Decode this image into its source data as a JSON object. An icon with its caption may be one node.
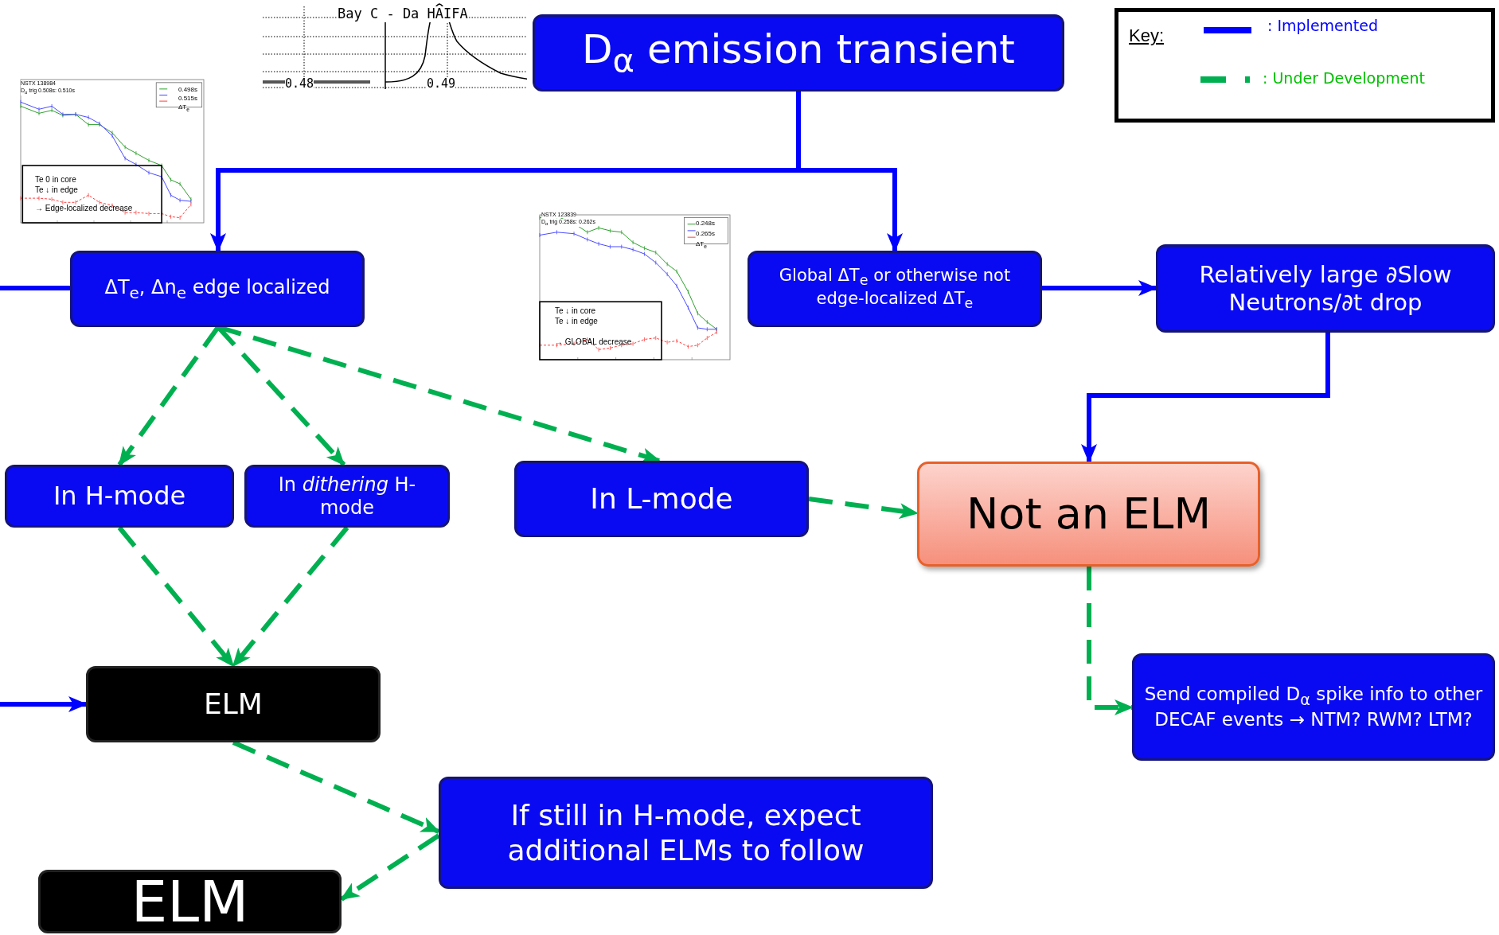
{
  "diagram": {
    "nodes": [
      {
        "text": [
          "D$_{α}$ emission transient"
        ]
      },
      {
        "text": [
          "ΔT$_{e}$, Δn$_{e}$ edge localized"
        ]
      },
      {
        "text": [
          "Global ΔT$_{e}$ or otherwise not edge-localized ΔT$_{e}$"
        ]
      },
      {
        "text": [
          "Relatively large ∂Slow Neutrons/∂t drop"
        ]
      },
      {
        "text": [
          "In H-mode"
        ]
      },
      {
        "text": [
          "In *dithering* H-mode"
        ]
      },
      {
        "text": [
          "In L-mode"
        ]
      },
      {
        "text": [
          "Not an ELM"
        ]
      },
      {
        "text": [
          "ELM"
        ]
      },
      {
        "text": [
          "Send compiled D$_{α}$ spike info to other DECAF events → NTM? RWM? LTM?"
        ]
      },
      {
        "text": [
          "If still in H-mode, expect additional ELMs to follow"
        ]
      },
      {
        "text": [
          "ELM"
        ]
      }
    ],
    "edges": [
      {
        "from": null,
        "to": 1,
        "arrow": "none",
        "color": "#0000ff"
      },
      {
        "from": 0,
        "to": 1,
        "arrow": "to",
        "color": "#0000ff"
      },
      {
        "from": 0,
        "to": 2,
        "arrow": "to",
        "color": "#0000ff"
      },
      {
        "from": 1,
        "to": 4,
        "arrow": "to",
        "style": "dashed",
        "color": "#00b050"
      },
      {
        "from": 1,
        "to": 5,
        "arrow": "to",
        "style": "dashed",
        "color": "#00b050"
      },
      {
        "from": 1,
        "to": 6,
        "arrow": "to",
        "style": "dashed",
        "color": "#00b050"
      },
      {
        "from": 2,
        "to": 3,
        "arrow": "to",
        "color": "#0000ff"
      },
      {
        "from": 3,
        "to": 7,
        "arrow": "to",
        "color": "#0000ff"
      },
      {
        "from": 6,
        "to": 7,
        "arrow": "to",
        "style": "dashed",
        "color": "#00b050"
      },
      {
        "from": 4,
        "to": 8,
        "arrow": "to",
        "style": "dashed",
        "color": "#00b050"
      },
      {
        "from": 5,
        "to": 8,
        "arrow": "to",
        "style": "dashed",
        "color": "#00b050"
      },
      {
        "from": null,
        "to": 8,
        "arrow": "to",
        "color": "#0000ff"
      },
      {
        "from": 7,
        "to": 9,
        "arrow": "to",
        "style": "dashed",
        "color": "#00b050"
      },
      {
        "from": 8,
        "to": 10,
        "arrow": "to",
        "style": "dashed",
        "color": "#00b050"
      },
      {
        "from": 10,
        "to": 11,
        "arrow": "to",
        "style": "dashed",
        "color": "#00b050"
      }
    ],
    "labels": [
      "Bay C - Da HAIFA",
      "0.48",
      "0.49",
      "NSTX 138984",
      "D$_{α}$ trig 0.508s: 0.510s",
      "0.498s",
      "0.515s",
      "ΔT$_{e}$",
      "Te 0 in core",
      "Te ↓ in edge",
      "→ Edge-localized decrease",
      "NSTX 123839",
      "D$_{α}$ trig 0.258s: 0.262s",
      "0.248s",
      "0.265s",
      "ΔT$_{e}$",
      "Te ↓ in core",
      "Te ↓ in edge",
      "→ GLOBAL decrease",
      "Key:"
    ],
    "legend": [
      {
        "text": ": Implemented"
      },
      {
        "text": ": Under Development"
      }
    ]
  }
}
